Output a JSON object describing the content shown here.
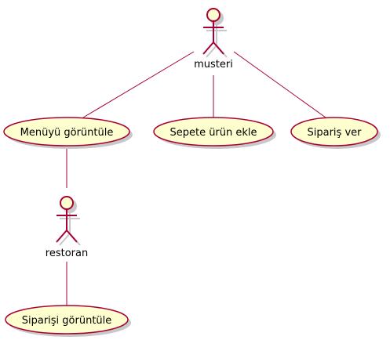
{
  "diagram": {
    "actors": {
      "musteri": {
        "label": "musteri"
      },
      "restoran": {
        "label": "restoran"
      }
    },
    "use_cases": {
      "menu": {
        "label": "Menüyü görüntüle"
      },
      "cart": {
        "label": "Sepete ürün ekle"
      },
      "order": {
        "label": "Sipariş ver"
      },
      "view_order": {
        "label": "Siparişi görüntüle"
      }
    },
    "colors": {
      "line": "#A80036",
      "usecase_fill": "#FEFECE",
      "shadow": "#C8C8C8",
      "text": "#000000"
    }
  }
}
